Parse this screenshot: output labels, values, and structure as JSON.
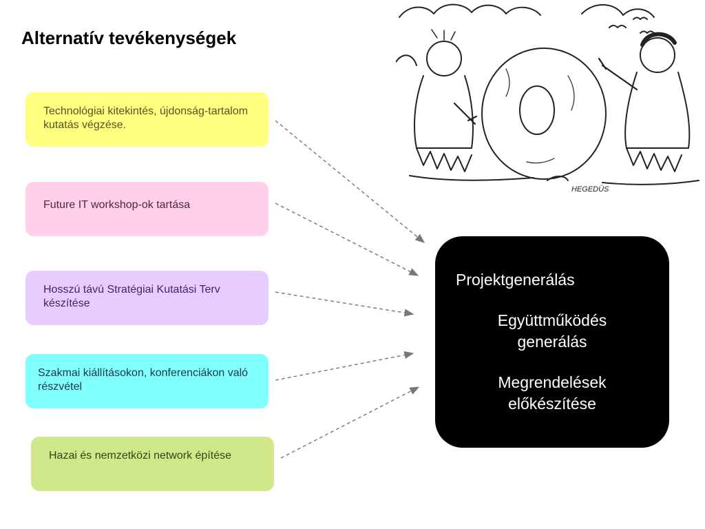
{
  "title": "Alternatív tevékenységek",
  "activities": [
    {
      "text": "Technológiai kitekintés, újdonság-tartalom kutatás végzése.",
      "color": "#ffff80"
    },
    {
      "text": "Future IT workshop-ok tartása",
      "color": "#ffd0e8"
    },
    {
      "text": "Hosszú távú Stratégiai Kutatási Terv készítése",
      "color": "#e6ccff"
    },
    {
      "text": "Szakmai kiállításokon, konferenciákon való részvétel",
      "color": "#80ffff"
    },
    {
      "text": "Hazai és nemzetközi network építése",
      "color": "#d1e88a"
    }
  ],
  "outcomes": [
    "Projektgenerálás",
    "Együttműködés generálás",
    "Megrendelések előkészítése"
  ],
  "cartoon": {
    "signature": "HEGEDÜS"
  }
}
